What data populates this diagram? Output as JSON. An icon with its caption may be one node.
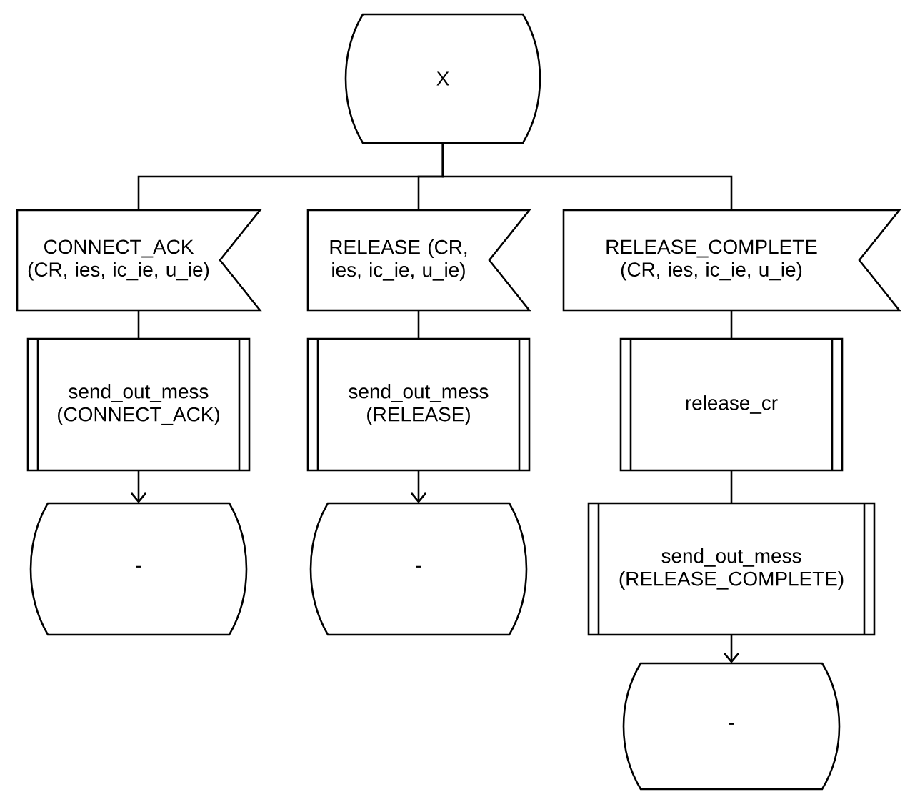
{
  "diagram": {
    "nodes": [
      {
        "text": [
          "X"
        ]
      },
      {
        "text": [
          "CONNECT_ACK (CR, ies, ic_ie, u_ie)"
        ]
      },
      {
        "text": [
          "RELEASE (CR, ies, ic_ie, u_ie)"
        ]
      },
      {
        "text": [
          "RELEASE_COMPLETE (CR, ies, ic_ie, u_ie)"
        ]
      },
      {
        "text": [
          "send_out_mess (CONNECT_ACK)"
        ]
      },
      {
        "text": [
          "send_out_mess (RELEASE)"
        ]
      },
      {
        "text": [
          "release_cr"
        ]
      },
      {
        "text": [
          "-"
        ]
      },
      {
        "text": [
          "-"
        ]
      },
      {
        "text": [
          "send_out_mess (RELEASE_COMPLETE)"
        ]
      },
      {
        "text": [
          "-"
        ]
      }
    ],
    "edges": [
      {
        "from": 0,
        "to": 1,
        "arrow": "none"
      },
      {
        "from": 0,
        "to": 2,
        "arrow": "none"
      },
      {
        "from": 0,
        "to": 3,
        "arrow": "none"
      },
      {
        "from": 1,
        "to": 4,
        "arrow": "none"
      },
      {
        "from": 2,
        "to": 5,
        "arrow": "none"
      },
      {
        "from": 3,
        "to": 6,
        "arrow": "none"
      },
      {
        "from": 4,
        "to": 7,
        "arrow": "to"
      },
      {
        "from": 5,
        "to": 8,
        "arrow": "to"
      },
      {
        "from": 6,
        "to": 9,
        "arrow": "none"
      },
      {
        "from": 9,
        "to": 10,
        "arrow": "to"
      }
    ]
  }
}
